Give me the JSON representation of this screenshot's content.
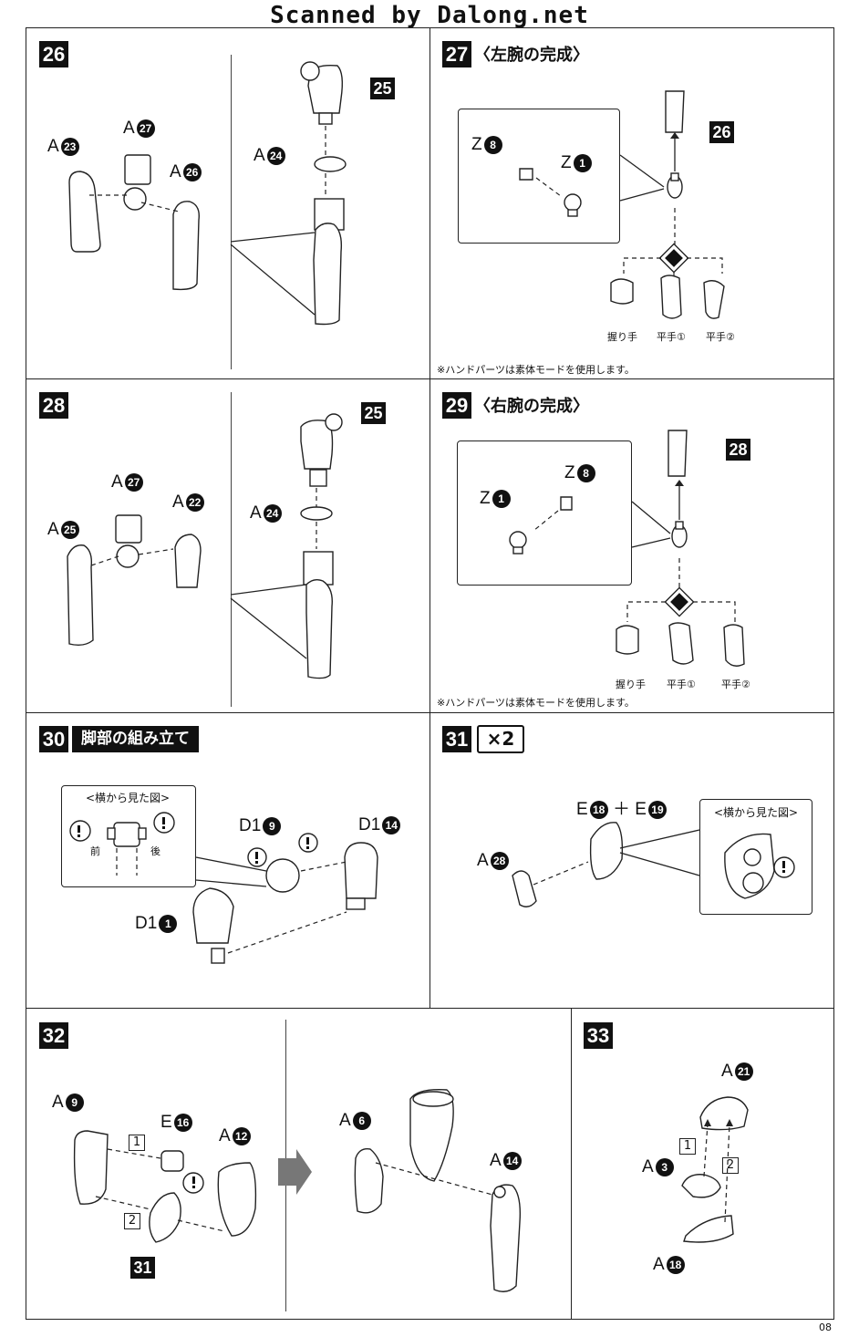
{
  "header": {
    "scanner": "Scanned by Dalong.net"
  },
  "steps": {
    "s26": {
      "num": "26",
      "a23": "23",
      "a27": "27",
      "a26": "26",
      "a24": "24",
      "p25": "25"
    },
    "s27": {
      "num": "27",
      "title": "〈左腕の完成〉",
      "z8": "8",
      "z1": "1",
      "p26": "26",
      "hand1": "握り手",
      "hand2": "平手①",
      "hand3": "平手②",
      "note": "※ハンドパーツは素体モードを使用します。"
    },
    "s28": {
      "num": "28",
      "a27": "27",
      "a22": "22",
      "a25": "25",
      "a24": "24",
      "p25": "25"
    },
    "s29": {
      "num": "29",
      "title": "〈右腕の完成〉",
      "z8": "8",
      "z1": "1",
      "p28": "28",
      "hand1": "握り手",
      "hand2": "平手①",
      "hand3": "平手②",
      "note": "※ハンドパーツは素体モードを使用します。"
    },
    "s30": {
      "num": "30",
      "banner": "脚部の組み立て",
      "sideview": "<横から見た図>",
      "front": "前",
      "back": "後",
      "d19": "9",
      "d14": "14",
      "d11": "1"
    },
    "s31": {
      "num": "31",
      "times": "×2",
      "e18": "18",
      "e19": "19",
      "a28": "28",
      "sideview": "<横から見た図>"
    },
    "s32": {
      "num": "32",
      "a9": "9",
      "e16": "16",
      "a12": "12",
      "a6": "6",
      "a14": "14",
      "n1": "1",
      "n2": "2",
      "p31": "31"
    },
    "s33": {
      "num": "33",
      "a21": "21",
      "a3": "3",
      "a18": "18",
      "n1": "1",
      "n2": "2"
    }
  },
  "letters": {
    "A": "A",
    "Z": "Z",
    "D": "D",
    "E": "E",
    "plus": "＋"
  },
  "footer": {
    "page": "08"
  }
}
